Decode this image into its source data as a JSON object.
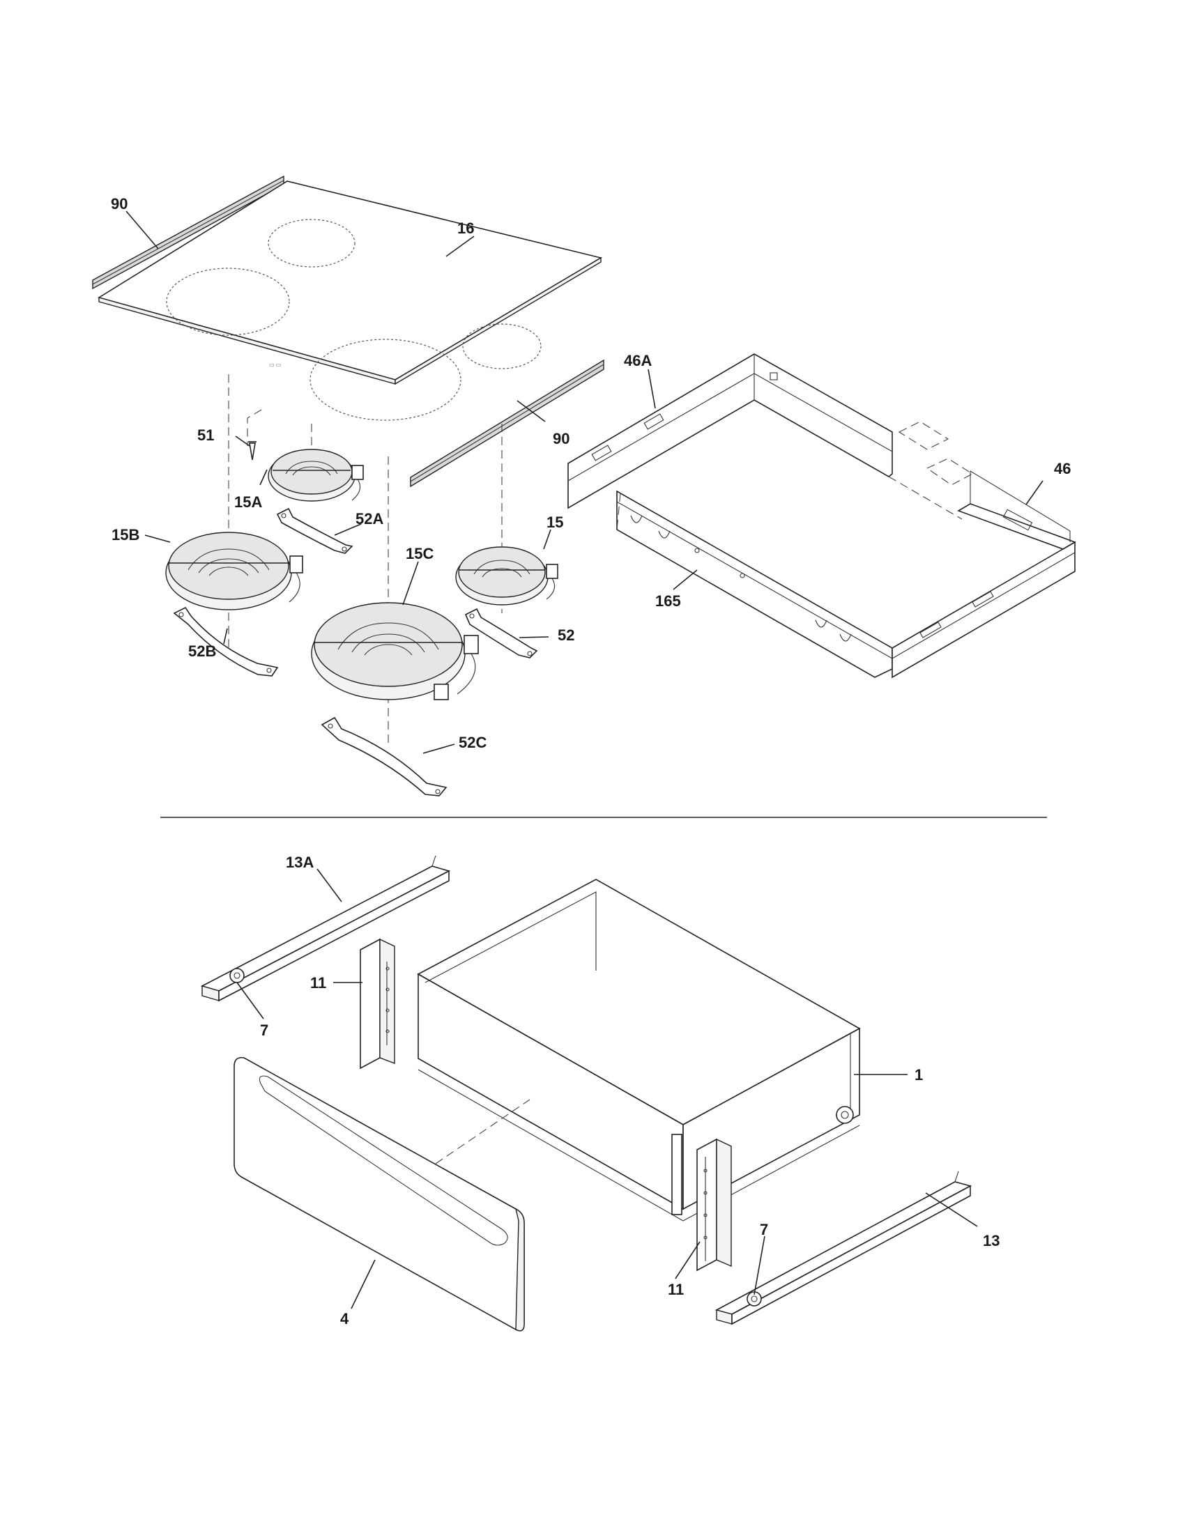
{
  "diagram": {
    "callouts": {
      "c90a": "90",
      "c16": "16",
      "c46a": "46A",
      "c90b": "90",
      "c51": "51",
      "c15a": "15A",
      "c52a": "52A",
      "c46": "46",
      "c15b": "15B",
      "c15c": "15C",
      "c15": "15",
      "c165": "165",
      "c52": "52",
      "c52b": "52B",
      "c52c": "52C",
      "c13a": "13A",
      "c11a": "11",
      "c7a": "7",
      "c1": "1",
      "c7b": "7",
      "c13": "13",
      "c11b": "11",
      "c4": "4"
    }
  }
}
